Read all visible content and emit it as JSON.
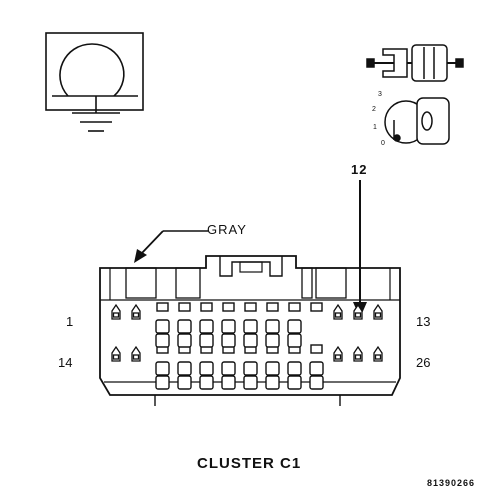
{
  "connector": {
    "name": "CLUSTER C1",
    "color": "GRAY",
    "callout_pin": "12",
    "figure_number": "81390266"
  },
  "pin_labels": {
    "top_left": "1",
    "top_right": "13",
    "bottom_left": "14",
    "bottom_right": "26"
  },
  "key_positions": [
    "3",
    "2",
    "1",
    "0"
  ],
  "icons": {
    "symbol": "clock-spring-ground-symbol-icon",
    "connector_view": "connector-side-view-icon",
    "ignition": "ignition-key-switch-icon"
  }
}
